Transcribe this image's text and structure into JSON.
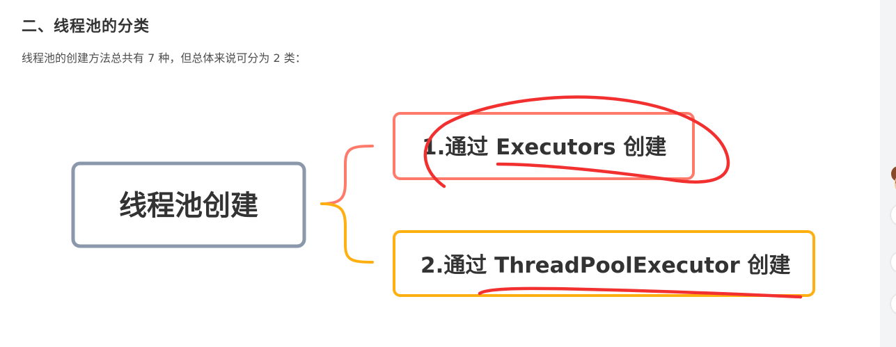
{
  "heading": "二、线程池的分类",
  "intro": "线程池的创建方法总共有 7 种，但总体来说可分为 2 类：",
  "diagram": {
    "root": {
      "label": "线程池创建",
      "border_color": "#8b97ab"
    },
    "branches": [
      {
        "label": "1.通过 Executors 创建",
        "border_color": "#ff7a6a",
        "connector_color": "#ff7a6a"
      },
      {
        "label": "2.通过 ThreadPoolExecutor 创建",
        "border_color": "#ffb010",
        "connector_color": "#ffb010"
      }
    ],
    "annotation_color": "#f23030"
  },
  "icons": {
    "sidebar_mascot": "mascot-icon"
  }
}
